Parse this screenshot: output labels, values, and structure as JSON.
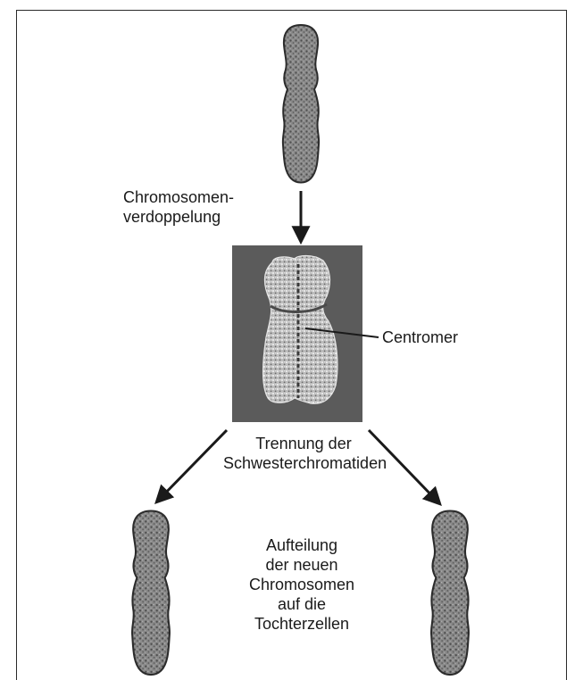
{
  "labels": {
    "duplication": "Chromosomen-\nverdoppelung",
    "centromere": "Centromer",
    "separation": "Trennung der\nSchwesterchromatiden",
    "distribution": "Aufteilung\nder neuen\nChromosomen\nauf die\nTochterzellen"
  },
  "colors": {
    "micrograph_bg": "#5b5b5b",
    "chromosome_fill": "#7a7a7a",
    "arrow": "#1a1a1a"
  }
}
